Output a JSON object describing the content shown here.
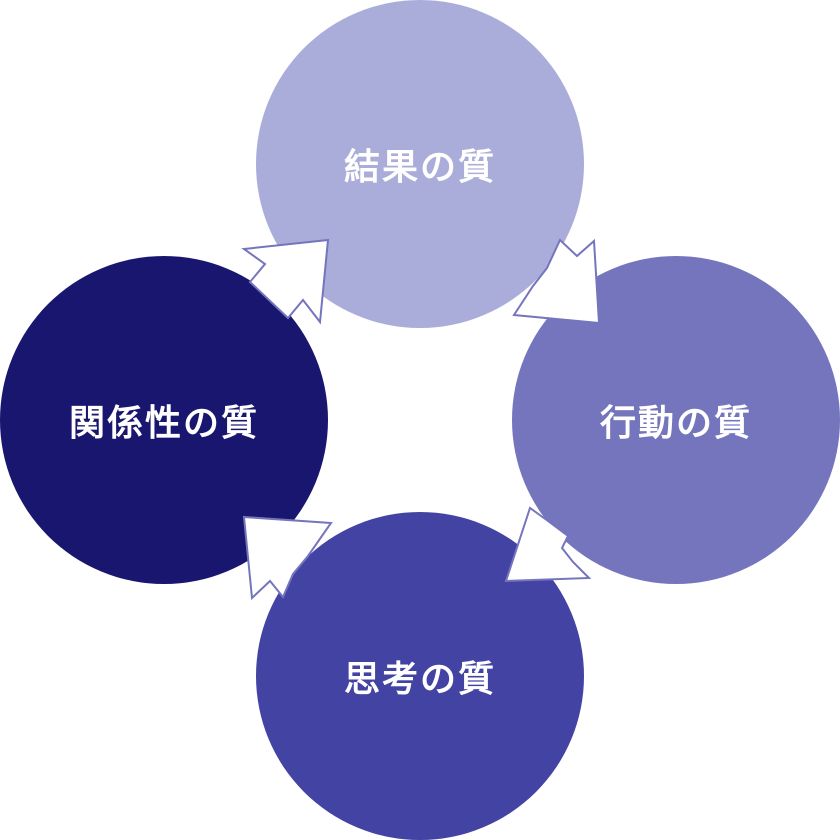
{
  "diagram": {
    "nodes": [
      {
        "id": "top",
        "label": "結果の質",
        "color": "#aaacd9"
      },
      {
        "id": "right",
        "label": "行動の質",
        "color": "#7475bd"
      },
      {
        "id": "bottom",
        "label": "思考の質",
        "color": "#4243a3"
      },
      {
        "id": "left",
        "label": "関係性の質",
        "color": "#19166f"
      }
    ],
    "arrow_fill": "#ffffff",
    "arrow_stroke": "#7475bd"
  }
}
